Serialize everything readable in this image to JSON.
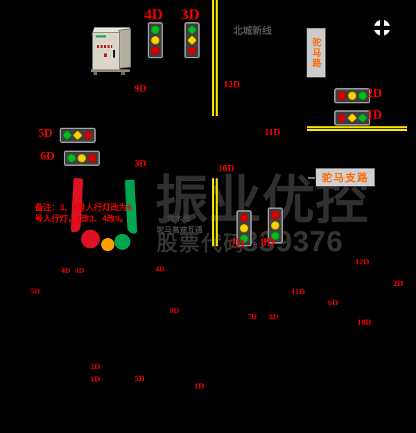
{
  "colors": {
    "background": "#000000",
    "lamp_red": "#e00000",
    "lamp_yellow": "#ffd400",
    "lamp_green": "#00c020",
    "label_red": "#ee0000",
    "road_line_yellow": "#f0e000",
    "watermark_gray": "#2f2f2f",
    "map_label_gray": "#555555",
    "sign_text_orange": "#ff6a00",
    "sign_bg": "#cccccc",
    "logo_red": "#dd1122",
    "logo_orange": "#ffa000",
    "logo_green": "#00a550",
    "note_red": "#ee0000",
    "cabinet_body": "#d9d5c9"
  },
  "map_labels": {
    "north_road": "北城新线",
    "small_place": "青木光",
    "interchange": "驼马高速互通"
  },
  "signs": {
    "vertical_sign": "驼马路",
    "branch_sign": "驼马支路"
  },
  "watermark": {
    "title": "振业优控",
    "stock_prefix": "股票代码",
    "stock_number": "839376"
  },
  "note": {
    "line1": "备注：3、9号人行灯改为6",
    "line2": "号人行灯，1改3、4改9。"
  },
  "traffic_lights": [
    {
      "label": "4D",
      "orientation": "vertical",
      "lamp_shape": "circle",
      "lamp_order": [
        "green",
        "yellow",
        "red"
      ]
    },
    {
      "label": "3D",
      "orientation": "vertical",
      "lamp_shape": "diamond",
      "lamp_order": [
        "green",
        "yellow",
        "red"
      ]
    },
    {
      "label": "2D",
      "orientation": "horizontal",
      "lamp_shape": "circle",
      "lamp_order": [
        "red",
        "yellow",
        "green"
      ]
    },
    {
      "label": "1D",
      "orientation": "horizontal",
      "lamp_shape": "diamond",
      "lamp_order": [
        "red",
        "yellow",
        "green"
      ]
    },
    {
      "label": "5D",
      "orientation": "horizontal",
      "lamp_shape": "diamond",
      "lamp_order": [
        "green",
        "yellow",
        "red"
      ]
    },
    {
      "label": "6D",
      "orientation": "horizontal",
      "lamp_shape": "circle",
      "lamp_order": [
        "green",
        "yellow",
        "red"
      ]
    },
    {
      "label": "7D",
      "orientation": "vertical",
      "lamp_shape": "mixed",
      "lamp_order": [
        "red",
        "yellow",
        "green"
      ]
    },
    {
      "label": "8D",
      "orientation": "vertical",
      "lamp_shape": "circle",
      "lamp_order": [
        "red",
        "yellow",
        "green"
      ]
    }
  ],
  "d_labels": [
    "9D",
    "12D",
    "11D",
    "10D",
    "3D",
    "4D",
    "3D",
    "5D",
    "4D",
    "8D",
    "12D",
    "2D",
    "11D",
    "6D",
    "10D",
    "7D",
    "8D",
    "2D",
    "1D",
    "5D",
    "1D"
  ]
}
